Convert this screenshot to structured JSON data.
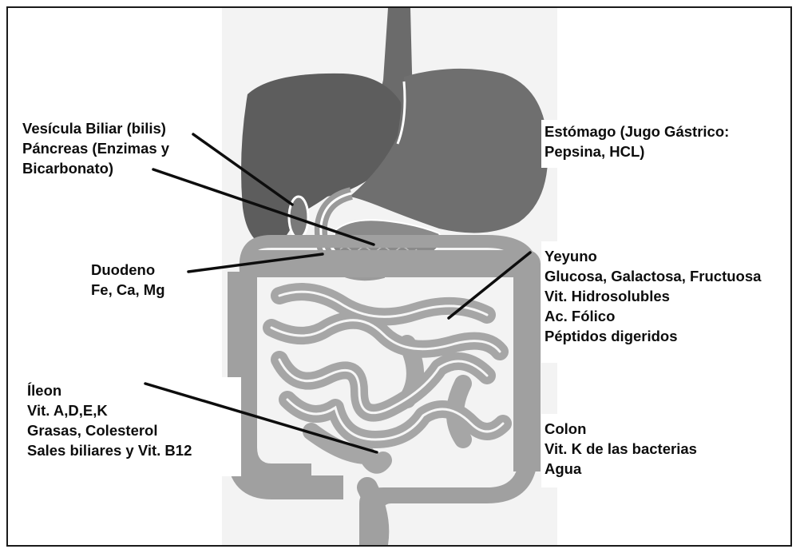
{
  "labels": {
    "vesicula": [
      "Vesícula Biliar (bilis)",
      "Páncreas (Enzimas y",
      "Bicarbonato)"
    ],
    "estomago": [
      "Estómago (Jugo Gástrico:",
      "Pepsina, HCL)"
    ],
    "duodeno": [
      "Duodeno",
      "Fe, Ca, Mg"
    ],
    "yeyuno": [
      "Yeyuno",
      "Glucosa, Galactosa, Fructuosa",
      "Vit. Hidrosolubles",
      "Ac. Fólico",
      "Péptidos digeridos"
    ],
    "ileon": [
      "Íleon",
      "Vit. A,D,E,K",
      "Grasas, Colesterol",
      "Sales biliares y Vit. B12"
    ],
    "colon": [
      "Colon",
      "Vit. K de las bacterias",
      "Agua"
    ]
  },
  "colors": {
    "liver": "#5d5d5d",
    "stomach": "#6b6b6b",
    "intestine": "#a2a2a2",
    "pancreas": "#8a8a8a",
    "backdrop": "#f2f2f2",
    "leader_line": "#0d0d0d"
  }
}
